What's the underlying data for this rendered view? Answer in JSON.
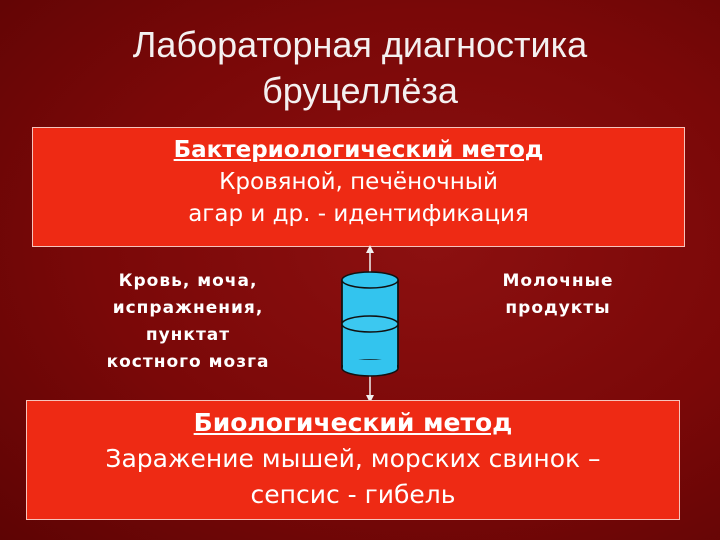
{
  "title": {
    "line1": "Лабораторная диагностика",
    "line2": "бруцеллёза"
  },
  "top_box": {
    "heading": "Бактериологический метод",
    "line1": "Кровяной, печёночный",
    "line2": "агар и др. - идентификация"
  },
  "left_sources": [
    "Кровь, моча,",
    "испражнения,",
    "пунктат",
    "костного мозга"
  ],
  "right_sources": [
    "Молочные",
    "продукты"
  ],
  "bottom_box": {
    "heading": "Биологический метод",
    "line1": "Заражение мышей, морских свинок –",
    "line2": "сепсис - гибель"
  },
  "colors": {
    "background": "#7a0a0a",
    "box_fill": "#ee2a14",
    "cylinder_fill": "#33c4ee"
  }
}
